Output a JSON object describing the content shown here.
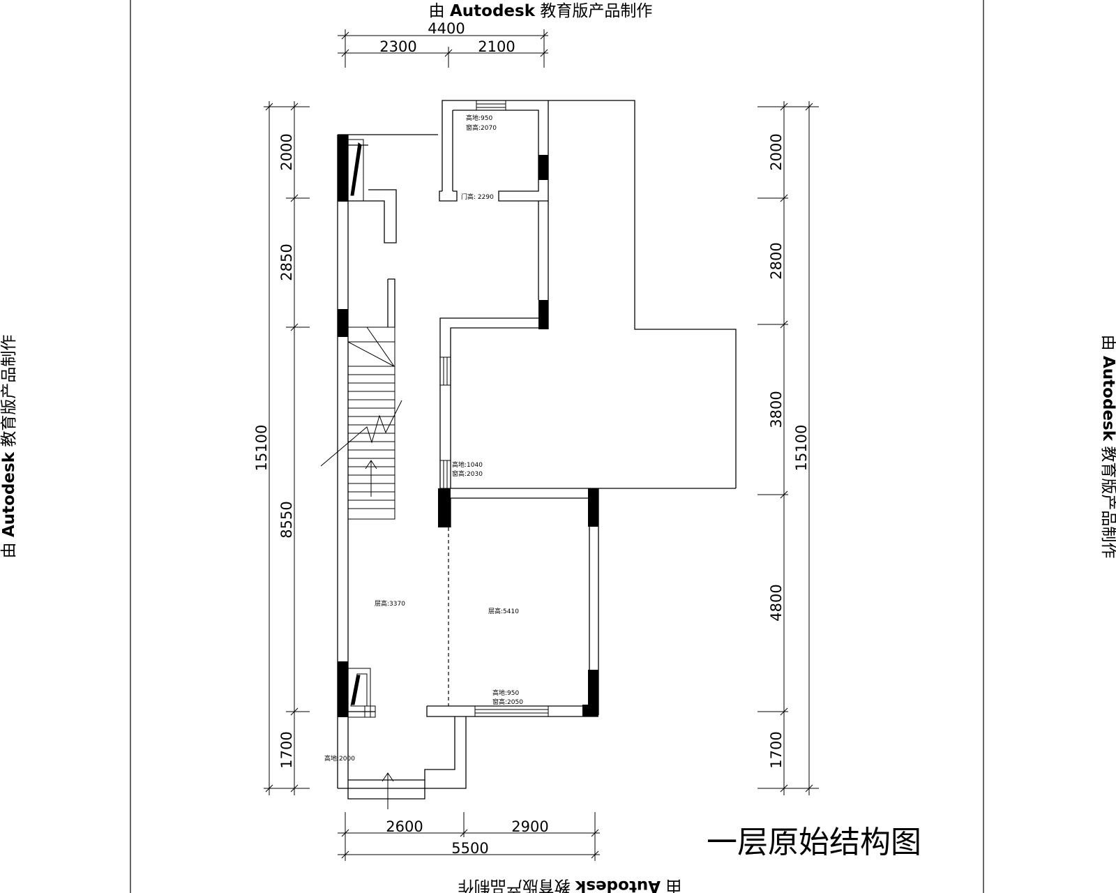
{
  "watermark": {
    "prefix": "由",
    "brand": "Autodesk",
    "suffix": "教育版产品制作"
  },
  "drawing_title": "一层原始结构图",
  "dimensions": {
    "top_total": "4400",
    "top_segments": [
      "2300",
      "2100"
    ],
    "bottom_segments": [
      "2600",
      "2900"
    ],
    "bottom_total": "5500",
    "left_total": "15100",
    "left_segments": [
      "2000",
      "2850",
      "8550",
      "1700"
    ],
    "right_total": "15100",
    "right_segments": [
      "2000",
      "2800",
      "3800",
      "4800",
      "1700"
    ]
  },
  "annotations": {
    "window_top_sill": "高地:950",
    "window_top_height": "窗高:2070",
    "door_height": "门高: 2290",
    "window_mid_sill": "高地:1040",
    "window_mid_height": "窗高:2030",
    "floor_height_left": "层高:3370",
    "floor_height_right": "层高:5410",
    "window_bottom_sill": "高地:950",
    "window_bottom_height": "窗高:2050",
    "entry_sill": "高地:2000"
  }
}
